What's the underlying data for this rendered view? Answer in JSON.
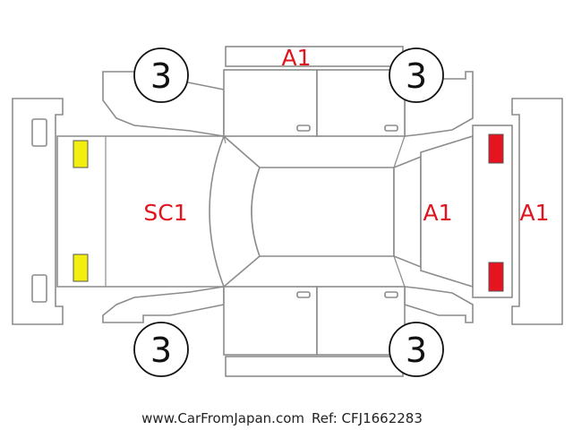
{
  "colors": {
    "outline": "#8c8c8c",
    "damage_code": "#e0141e",
    "lamp_front": "#f2ee10",
    "lamp_rear": "#e6141e"
  },
  "marks": {
    "roof_top": "A1",
    "hood": "SC1",
    "tailgate_glass": "A1",
    "rear_bumper": "A1"
  },
  "wheels": {
    "front_left": "3",
    "rear_left": "3",
    "front_right": "3",
    "rear_right": "3"
  },
  "footer": {
    "site": "www.CarFromJapan.com",
    "ref": "Ref: CFJ1662283"
  }
}
